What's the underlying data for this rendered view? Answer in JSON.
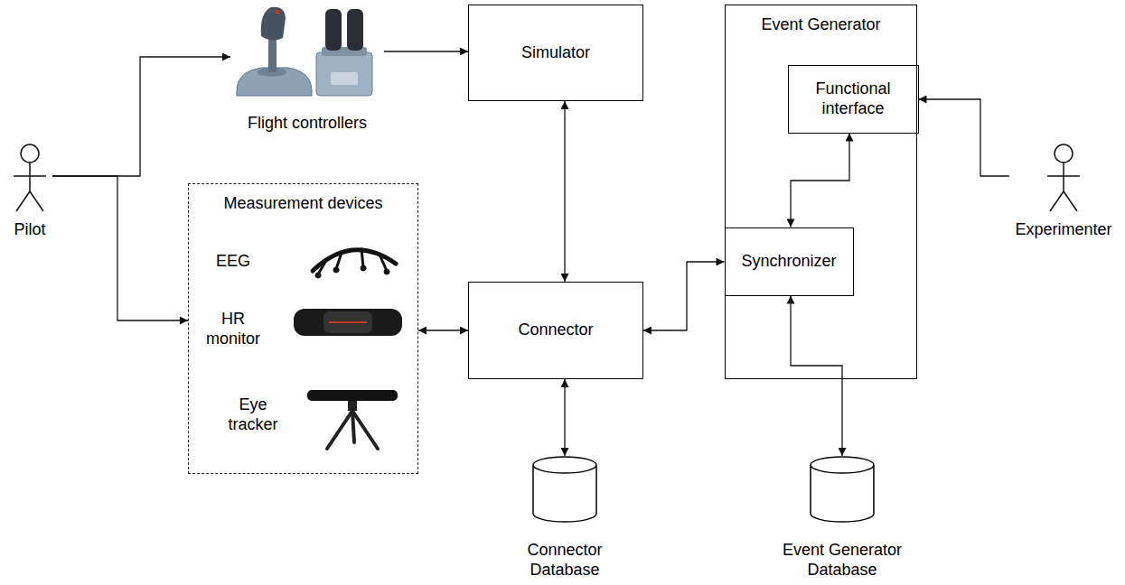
{
  "diagram": {
    "nodes": [
      {
        "text": [
          "Pilot"
        ]
      },
      {
        "text": [
          "Flight controllers"
        ]
      },
      {
        "text": [
          "Simulator"
        ]
      },
      {
        "text": [
          "Event Generator"
        ]
      },
      {
        "text": [
          "Functional interface"
        ],
        "in": 3
      },
      {
        "text": [
          "Experimenter"
        ]
      },
      {
        "text": [
          "Measurement devices"
        ]
      },
      {
        "text": [
          "Connector"
        ]
      },
      {
        "text": [
          "Synchronizer"
        ],
        "in": 3
      },
      {
        "text": [
          "Connector Database"
        ]
      },
      {
        "text": [
          "Event Generator Database"
        ]
      }
    ],
    "edges": [
      {
        "from": 0,
        "to": 1,
        "arrow": "to"
      },
      {
        "from": 0,
        "to": 6,
        "arrow": "to"
      },
      {
        "from": 1,
        "to": 2,
        "arrow": "to"
      },
      {
        "from": 2,
        "to": 7,
        "arrow": "both"
      },
      {
        "from": 6,
        "to": 7,
        "arrow": "both"
      },
      {
        "from": 7,
        "to": 8,
        "arrow": "both"
      },
      {
        "from": 8,
        "to": 4,
        "arrow": "both"
      },
      {
        "from": 5,
        "to": 4,
        "arrow": "to"
      },
      {
        "from": 7,
        "to": 9,
        "arrow": "both"
      },
      {
        "from": 8,
        "to": 10,
        "arrow": "both"
      }
    ],
    "labels": [
      "EEG",
      "HR monitor",
      "Eye tracker"
    ]
  }
}
